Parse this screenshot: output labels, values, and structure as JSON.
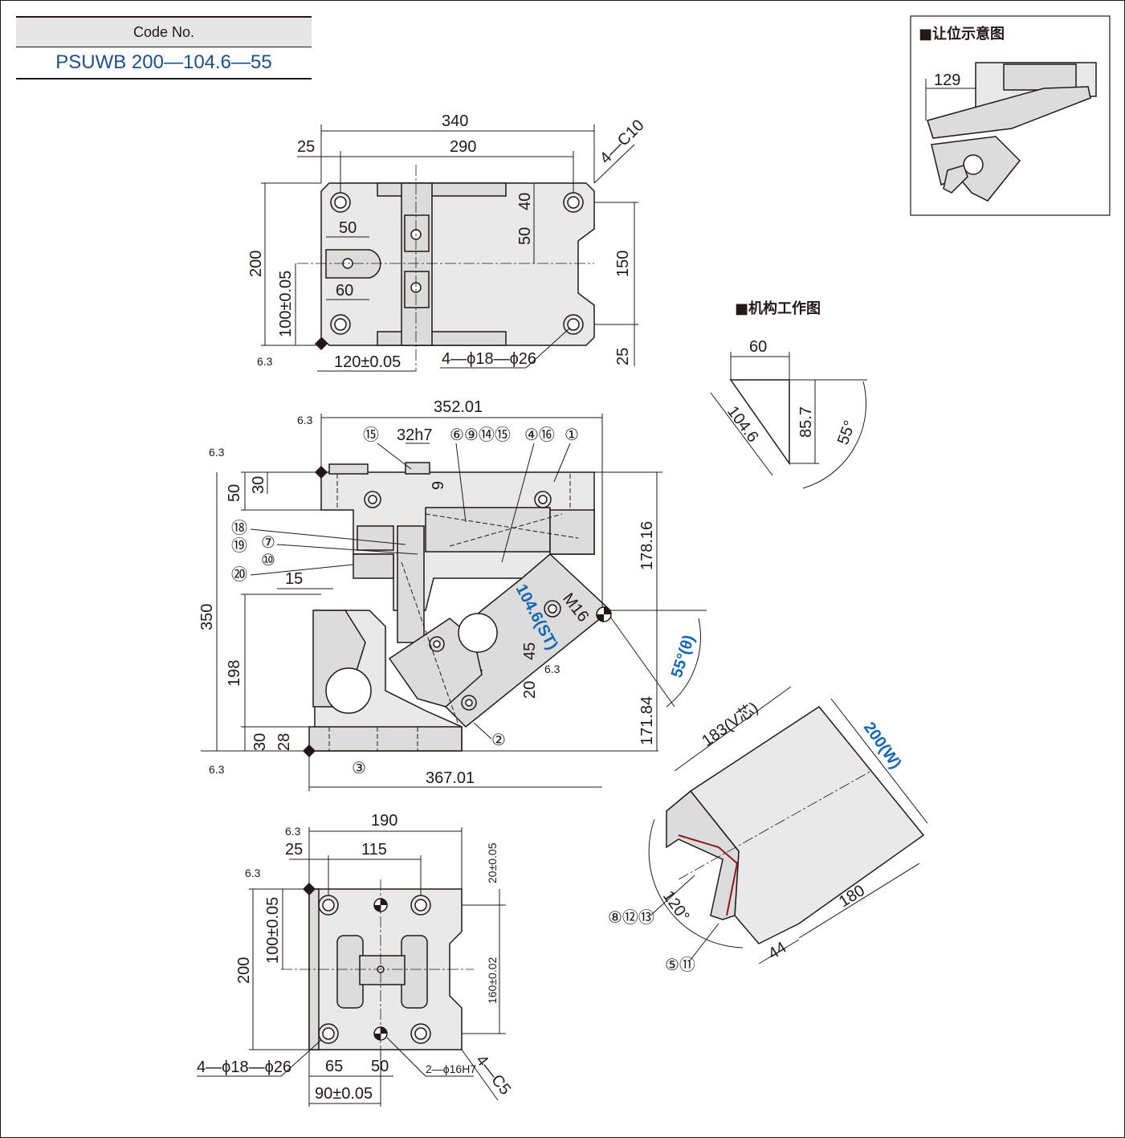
{
  "code_no": {
    "header": "Code No.",
    "value": "PSUWB 200—104.6—55"
  },
  "inset_relief": {
    "title": "■让位示意图",
    "dim": "129"
  },
  "inset_mechanism": {
    "title": "■机构工作图",
    "d_top": "60",
    "d_diag": "104.6",
    "d_vert": "85.7",
    "d_angle": "55°"
  },
  "top_view": {
    "d_340": "340",
    "d_290": "290",
    "d_25a": "25",
    "d_4c10": "4—C10",
    "d_40": "40",
    "d_50v": "50",
    "d_150": "150",
    "d_25b": "25",
    "d_200": "200",
    "d_100": "100±0.05",
    "d_50h": "50",
    "d_60": "60",
    "d_120": "120±0.05",
    "d_holes": "4—ϕ18—ϕ26",
    "rough": "6.3"
  },
  "front_view": {
    "d_352": "352.01",
    "d_32h7": "32h7",
    "d_9": "9",
    "d_50": "50",
    "d_30": "30",
    "d_15": "15",
    "d_350": "350",
    "d_198": "198",
    "d_30b": "30",
    "d_28": "28",
    "d_367": "367.01",
    "d_178": "178.16",
    "d_171": "171.84",
    "d_45": "45",
    "d_20": "20",
    "d_m16": "M16",
    "d_st": "104.6(ST)",
    "d_theta": "55°(θ)",
    "rough": "6.3",
    "balloons": [
      "⑮",
      "⑥⑨⑭⑮",
      "④⑯",
      "①",
      "⑱",
      "⑲",
      "⑦",
      "⑩",
      "⑳",
      "②",
      "③"
    ]
  },
  "bottom_view": {
    "d_190": "190",
    "d_25": "25",
    "d_115": "115",
    "d_20": "20±0.05",
    "d_100": "100±0.05",
    "d_200": "200",
    "d_160": "160±0.02",
    "d_holes": "4—ϕ18—ϕ26",
    "d_65": "65",
    "d_50": "50",
    "d_2phi": "2—ϕ16H7",
    "d_4c5": "4—C5",
    "d_90": "90±0.05",
    "rough": "6.3"
  },
  "rotated_view": {
    "d_183": "183(V芯)",
    "d_200w": "200(W)",
    "d_180": "180",
    "d_44": "44",
    "d_120": "120°",
    "balloons": [
      "⑧⑫⑬",
      "⑤⑪"
    ]
  }
}
